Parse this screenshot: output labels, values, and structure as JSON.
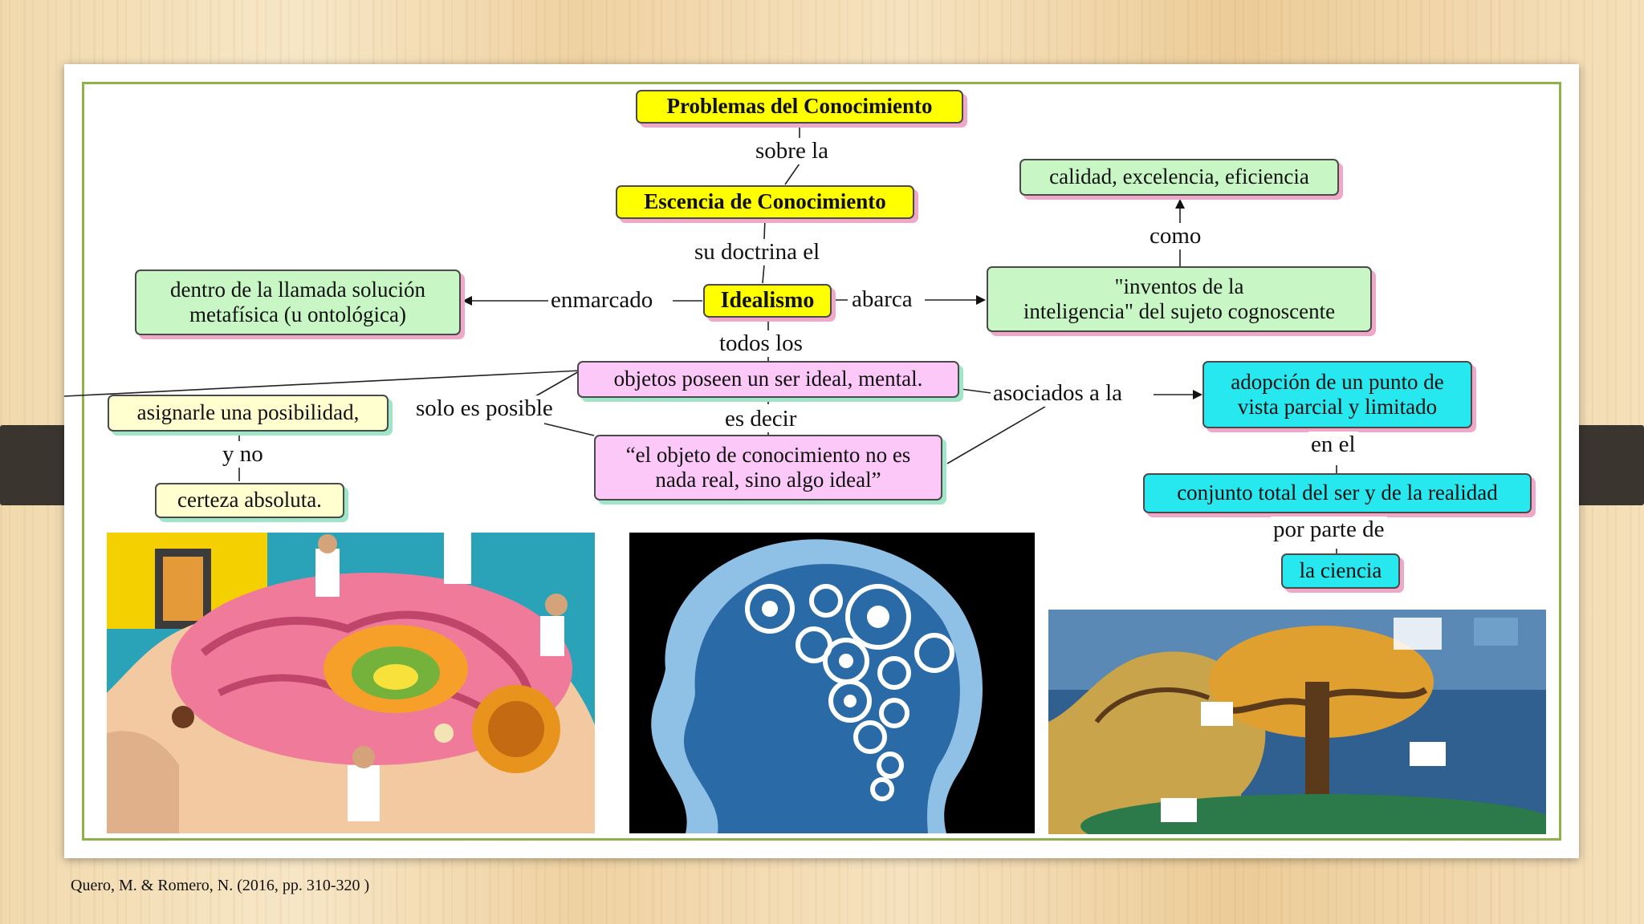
{
  "slide": {
    "citation": "Quero, M. & Romero, N. (2016, pp. 310-320 )"
  },
  "concept_map": {
    "nodes": {
      "problemas": "Problemas del Conocimiento",
      "escencia": "Escencia de Conocimiento",
      "idealismo": "Idealismo",
      "solucion_l1": "dentro de la llamada solución",
      "solucion_l2": "metafísica (u ontológica)",
      "calidad": "calidad, excelencia, eficiencia",
      "inventos_l1": "\"inventos de la",
      "inventos_l2": "inteligencia\" del sujeto cognoscente",
      "objetos": "objetos poseen un ser ideal, mental.",
      "asignarle": "asignarle una posibilidad,",
      "certeza": "certeza absoluta.",
      "objeto_l1": "“el objeto de conocimiento no es",
      "objeto_l2": "nada real, sino algo ideal”",
      "adopcion_l1": "adopción de un punto de",
      "adopcion_l2": "vista parcial y limitado",
      "conjunto": "conjunto total del ser y de la realidad",
      "ciencia": "la ciencia"
    },
    "links": {
      "sobre_la": "sobre la",
      "su_doctrina": "su doctrina el",
      "enmarcado": "enmarcado",
      "abarca": "abarca",
      "como": "como",
      "todos_los": "todos los",
      "solo_es_posible": "solo es posible",
      "y_no": "y no",
      "es_decir": "es decir",
      "asociados_a_la": "asociados a la",
      "en_el": "en el",
      "por_parte_de": "por parte de"
    }
  },
  "colors": {
    "yellow_node": "#ffff00",
    "green_node": "#c8f7c5",
    "pink_node": "#fcc8f7",
    "cream_node": "#ffffd0",
    "cyan_node": "#28e8ef",
    "frame": "#8fb04a"
  },
  "images": [
    {
      "name": "brain-workers-illustration"
    },
    {
      "name": "head-gears-illustration"
    },
    {
      "name": "puzzle-tree-head-painting"
    }
  ]
}
